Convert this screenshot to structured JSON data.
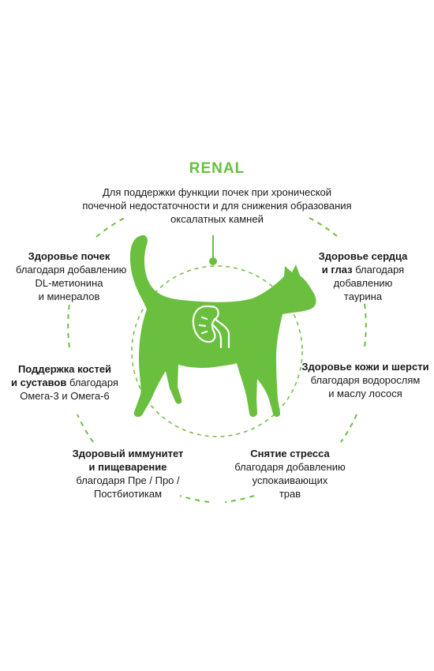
{
  "title": "RENAL",
  "subtitle": {
    "line1": "Для поддержки функции почек при хронической",
    "line2": "почечной недостаточности и для снижения образования",
    "line3": "оксалатных камней"
  },
  "benefits": {
    "kidney": {
      "bold1": "Здоровье почек",
      "line2": "благодаря добавлению",
      "line3": "DL-метионина",
      "line4": "и минералов"
    },
    "heart": {
      "bold1": "Здоровье сердца",
      "bold2": "и глаз",
      "rest2": " благодаря",
      "line3": "добавлению",
      "line4": "таурина"
    },
    "bones": {
      "bold1": "Поддержка костей",
      "bold2": "и суставов",
      "rest2": " благодаря",
      "line3": "Омега-3 и Омега-6"
    },
    "skin": {
      "bold1": "Здоровье кожи и шерсти",
      "line2": "благодаря водорослям",
      "line3": "и маслу лосося"
    },
    "immunity": {
      "bold1": "Здоровый иммунитет",
      "bold2": "и пищеварение",
      "line3": "благодаря Пре / Про /",
      "line4": "Постбиотикам"
    },
    "stress": {
      "bold1": "Снятие стресса",
      "line2": "благодаря добавлению",
      "line3": "успокаивающих",
      "line4": "трав"
    }
  },
  "colors": {
    "accent": "#6abf3e",
    "text": "#1a1a1a",
    "background": "#ffffff"
  },
  "icons": {
    "cat": "cat-silhouette-icon",
    "kidney": "kidney-icon"
  }
}
